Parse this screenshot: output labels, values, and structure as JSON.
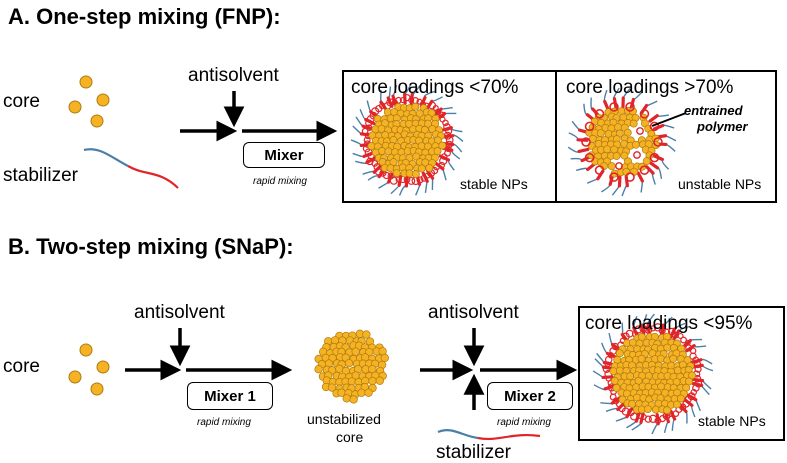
{
  "section_a": {
    "title": "A. One-step mixing (FNP):",
    "core_label": "core",
    "stabilizer_label": "stabilizer",
    "antisolvent_label": "antisolvent",
    "mixer_label": "Mixer",
    "rapid_mixing_label": "rapid mixing",
    "panel_left": {
      "heading": "core loadings <70%",
      "caption": "stable NPs"
    },
    "panel_right": {
      "heading": "core loadings >70%",
      "caption": "unstable NPs",
      "annotation_line1": "entrained",
      "annotation_line2": "polymer"
    }
  },
  "section_b": {
    "title": "B. Two-step mixing (SNaP):",
    "core_label": "core",
    "antisolvent_label_1": "antisolvent",
    "mixer1_label": "Mixer 1",
    "rapid_mixing_label_1": "rapid mixing",
    "unstabilized_line1": "unstabilized",
    "unstabilized_line2": "core",
    "antisolvent_label_2": "antisolvent",
    "mixer2_label": "Mixer 2",
    "rapid_mixing_label_2": "rapid mixing",
    "stabilizer_label": "stabilizer",
    "panel": {
      "heading": "core loadings <95%",
      "caption": "stable NPs"
    }
  },
  "colors": {
    "particle_fill": "#f5b324",
    "particle_stroke": "#b07a0e",
    "hydrophobic_block": "#e0252a",
    "hydrophilic_block": "#4a7fa8"
  }
}
